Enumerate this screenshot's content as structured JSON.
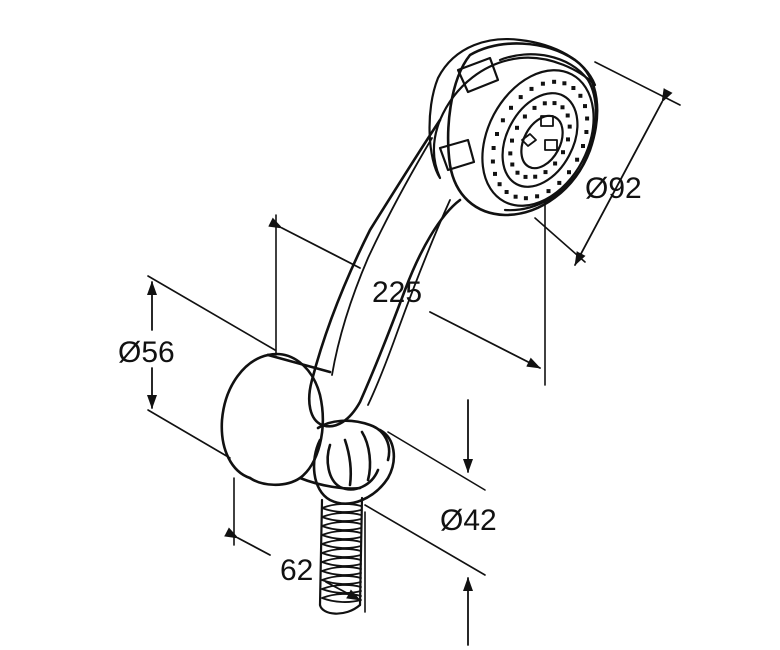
{
  "dimensions": {
    "head_diameter": "Ø92",
    "handle_length": "225",
    "holder_diameter": "Ø56",
    "outlet_diameter": "Ø42",
    "holder_depth": "62"
  },
  "colors": {
    "line": "#111111",
    "background": "#ffffff"
  }
}
